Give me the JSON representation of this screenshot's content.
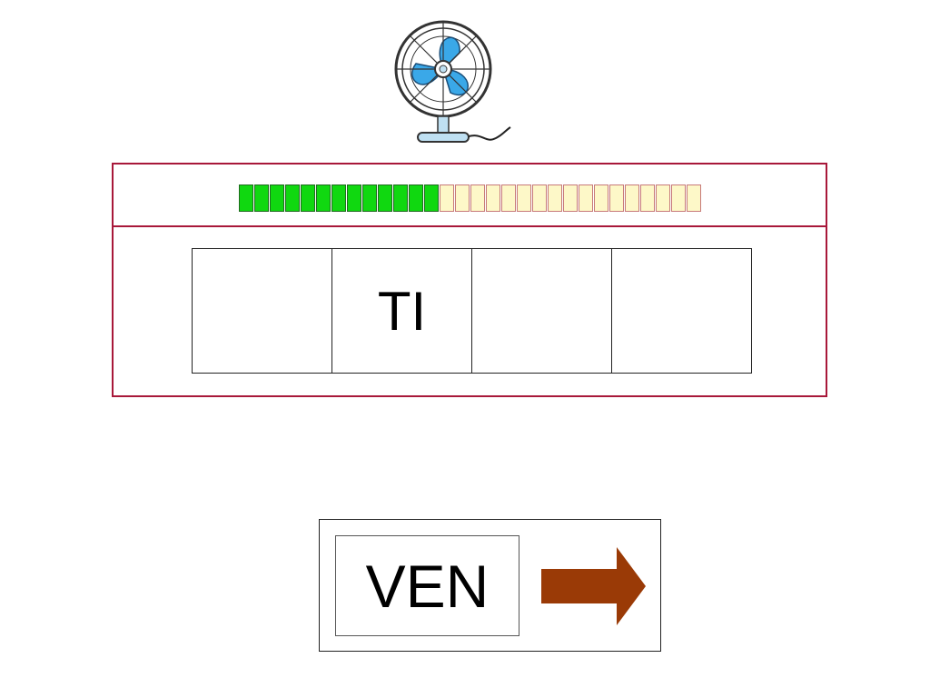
{
  "picture": {
    "icon": "electric-fan-icon",
    "colors": {
      "blade": "#3aa8e8",
      "cage": "#333333",
      "base": "#bfe0f2"
    }
  },
  "progress": {
    "completed": 13,
    "total": 30,
    "colors": {
      "done": "#10d810",
      "remaining": "#fdf8c8"
    }
  },
  "frame": {
    "border_color": "#a8183a"
  },
  "word_slots": [
    "",
    "TI",
    "",
    ""
  ],
  "answer": {
    "syllable": "VEN",
    "arrow_icon": "right-arrow-icon",
    "arrow_color": "#9a3a06"
  }
}
